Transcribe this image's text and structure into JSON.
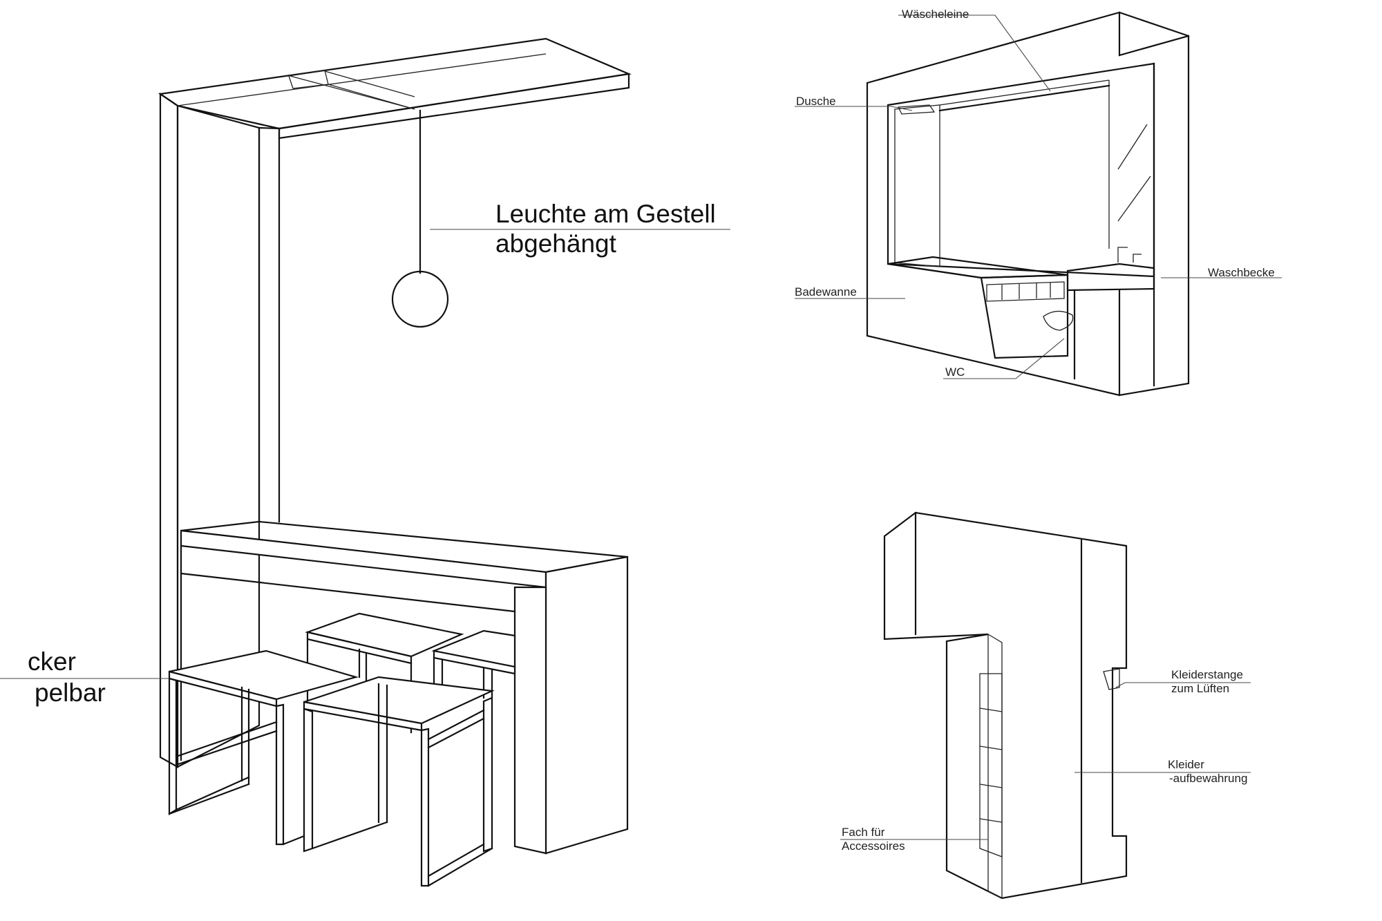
{
  "labels": {
    "leuchte_line1": "Leuchte am Gestell",
    "leuchte_line2": "abgehängt",
    "hocker_line1": "cker",
    "hocker_line2": "pelbar",
    "waescheleine": "Wäscheleine",
    "dusche": "Dusche",
    "waschbecke": "Waschbecke",
    "badewanne": "Badewanne",
    "wc": "WC",
    "kleiderstange_line1": "Kleiderstange",
    "kleiderstange_line2": "zum Lüften",
    "kleider_line1": "Kleider",
    "kleider_line2": "-aufbewahrung",
    "fach_line1": "Fach für",
    "fach_line2": "Accessoires"
  },
  "colors": {
    "line": "#111111",
    "background": "#ffffff"
  }
}
